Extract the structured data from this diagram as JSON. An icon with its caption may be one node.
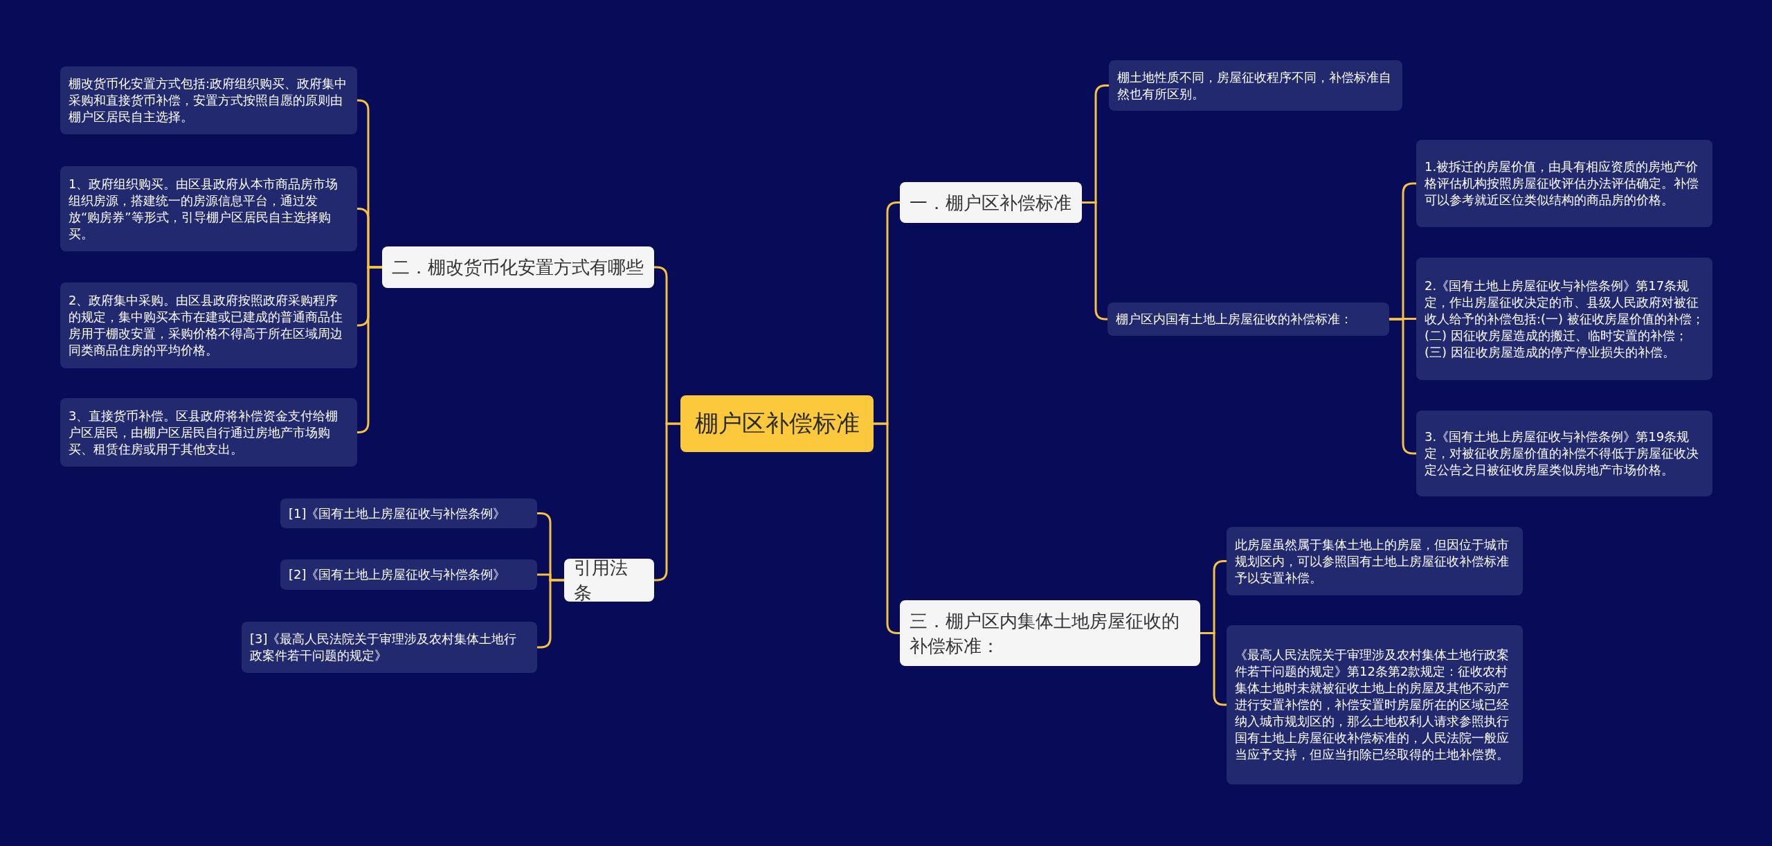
{
  "diagram": {
    "nodes": [
      {
        "text": [
          "棚户区补偿标准"
        ]
      },
      {
        "text": [
          "二．棚改货币化安置方式有哪些"
        ]
      },
      {
        "text": [
          "棚改货币化安置方式包括:政府组织购买、政府集中采购和直接货币补偿，安置方式按照自愿的原则由棚户区居民自主选择。"
        ]
      },
      {
        "text": [
          "1、政府组织购买。由区县政府从本市商品房市场组织房源，搭建统一的房源信息平台，通过发放“购房券”等形式，引导棚户区居民自主选择购买。"
        ]
      },
      {
        "text": [
          "2、政府集中采购。由区县政府按照政府采购程序的规定，集中购买本市在建或已建成的普通商品住房用于棚改安置，采购价格不得高于所在区域周边同类商品住房的平均价格。"
        ]
      },
      {
        "text": [
          "3、直接货币补偿。区县政府将补偿资金支付给棚户区居民，由棚户区居民自行通过房地产市场购买、租赁住房或用于其他支出。"
        ]
      },
      {
        "text": [
          "引用法条"
        ]
      },
      {
        "text": [
          "[1]《国有土地上房屋征收与补偿条例》"
        ]
      },
      {
        "text": [
          "[2]《国有土地上房屋征收与补偿条例》"
        ]
      },
      {
        "text": [
          "[3]《最高人民法院关于审理涉及农村集体土地行政案件若干问题的规定》"
        ]
      },
      {
        "text": [
          "一．棚户区补偿标准"
        ]
      },
      {
        "text": [
          "棚土地性质不同，房屋征收程序不同，补偿标准自然也有所区别。"
        ]
      },
      {
        "text": [
          "棚户区内国有土地上房屋征收的补偿标准："
        ]
      },
      {
        "text": [
          "1.被拆迁的房屋价值，由具有相应资质的房地产价格评估机构按照房屋征收评估办法评估确定。补偿可以参考就近区位类似结构的商品房的价格。"
        ]
      },
      {
        "text": [
          "2.《国有土地上房屋征收与补偿条例》第17条规定，作出房屋征收决定的市、县级人民政府对被征收人给予的补偿包括:(一) 被征收房屋价值的补偿；(二) 因征收房屋造成的搬迁、临时安置的补偿；(三) 因征收房屋造成的停产停业损失的补偿。"
        ]
      },
      {
        "text": [
          "3.《国有土地上房屋征收与补偿条例》第19条规定，对被征收房屋价值的补偿不得低于房屋征收决定公告之日被征收房屋类似房地产市场价格。"
        ]
      },
      {
        "text": [
          "三．棚户区内集体土地房屋征收的补偿标准："
        ]
      },
      {
        "text": [
          "此房屋虽然属于集体土地上的房屋，但因位于城市规划区内，可以参照国有土地上房屋征收补偿标准予以安置补偿。"
        ]
      },
      {
        "text": [
          "《最高人民法院关于审理涉及农村集体土地行政案件若干问题的规定》第12条第2款规定：征收农村集体土地时未就被征收土地上的房屋及其他不动产进行安置补偿的，补偿安置时房屋所在的区域已经纳入城市规划区的，那么土地权利人请求参照执行国有土地上房屋征收补偿标准的，人民法院一般应当应予支持，但应当扣除已经取得的土地补偿费。"
        ]
      }
    ],
    "edges": [
      {
        "from": 0,
        "to": 1,
        "arrow": "none"
      },
      {
        "from": 1,
        "to": 2,
        "arrow": "none"
      },
      {
        "from": 1,
        "to": 3,
        "arrow": "none"
      },
      {
        "from": 1,
        "to": 4,
        "arrow": "none"
      },
      {
        "from": 1,
        "to": 5,
        "arrow": "none"
      },
      {
        "from": 0,
        "to": 6,
        "arrow": "none"
      },
      {
        "from": 6,
        "to": 7,
        "arrow": "none"
      },
      {
        "from": 6,
        "to": 8,
        "arrow": "none"
      },
      {
        "from": 6,
        "to": 9,
        "arrow": "none"
      },
      {
        "from": 0,
        "to": 10,
        "arrow": "none"
      },
      {
        "from": 10,
        "to": 11,
        "arrow": "none"
      },
      {
        "from": 10,
        "to": 12,
        "arrow": "none"
      },
      {
        "from": 12,
        "to": 13,
        "arrow": "none"
      },
      {
        "from": 12,
        "to": 14,
        "arrow": "none"
      },
      {
        "from": 12,
        "to": 15,
        "arrow": "none"
      },
      {
        "from": 0,
        "to": 16,
        "arrow": "none"
      },
      {
        "from": 16,
        "to": 17,
        "arrow": "none"
      },
      {
        "from": 16,
        "to": 18,
        "arrow": "none"
      }
    ]
  }
}
